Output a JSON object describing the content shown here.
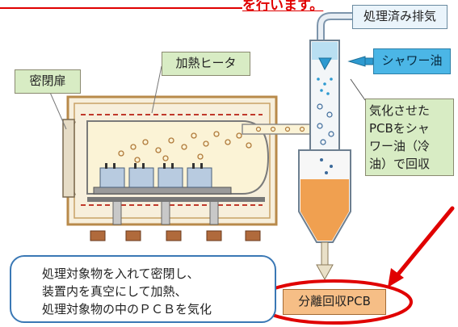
{
  "labels": {
    "door": "密閉扉",
    "heater": "加熱ヒータ",
    "exhaust": "処理済み排気",
    "shower_oil": "シャワー油",
    "vaporized_pcb": "気化させた\nPCBをシャ\nワー油（冷\n油）で回収",
    "recovered_pcb": "分離回収PCB",
    "process_note": "処理対象物を入れて密閉し、\n装置内を真空にして加熱、\n処理対象物の中のＰＣＢを気化",
    "top_fragment": "を行います。"
  },
  "colors": {
    "accent_red": "#e00000",
    "shower_blue": "#4bb6e6",
    "oil_orange": "#f0a050",
    "frame_brown": "#b88a4a"
  }
}
